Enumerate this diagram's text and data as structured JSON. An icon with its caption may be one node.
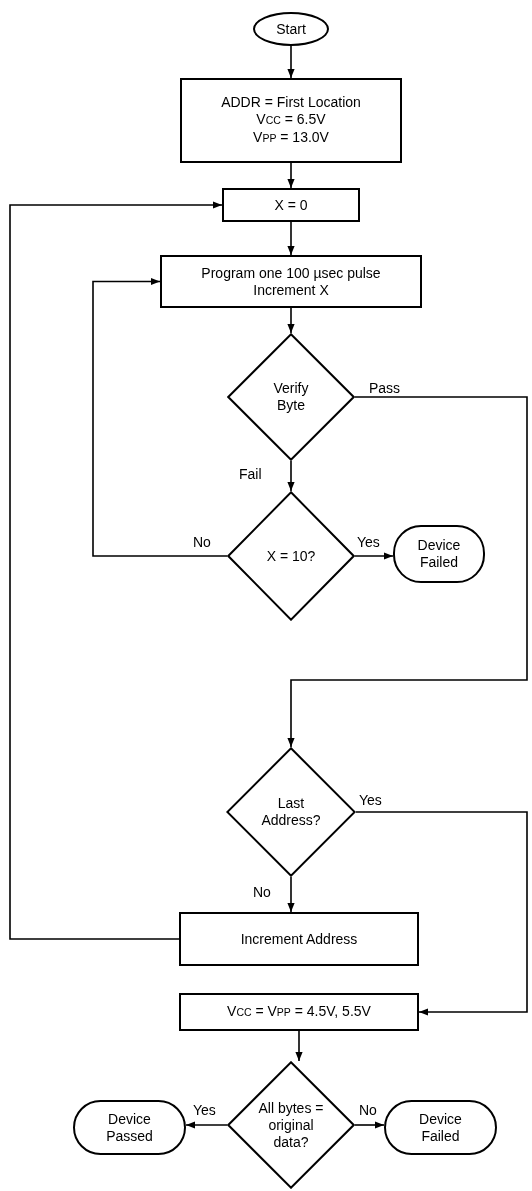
{
  "diagram": {
    "nodes": [
      {
        "text": [
          "Start"
        ]
      },
      {
        "text": [
          "ADDR = First Location",
          "V$_{CC}$ = 6.5V",
          "V$_{PP}$ = 13.0V"
        ]
      },
      {
        "text": [
          "X = 0"
        ]
      },
      {
        "text": [
          "Program one 100 µsec pulse",
          "Increment X"
        ]
      },
      {
        "text": [
          "Verify Byte"
        ]
      },
      {
        "text": [
          "X = 10?"
        ]
      },
      {
        "text": [
          "Device Failed"
        ]
      },
      {
        "text": [
          "Last Address?"
        ]
      },
      {
        "text": [
          "Increment Address"
        ]
      },
      {
        "text": [
          "V$_{CC}$ = V$_{PP}$ = 4.5V, 5.5V"
        ]
      },
      {
        "text": [
          "All bytes = original data?"
        ]
      },
      {
        "text": [
          "Device Passed"
        ]
      },
      {
        "text": [
          "Device Failed"
        ]
      }
    ],
    "edges": [
      {
        "from": 0,
        "to": 1,
        "arrow": "to"
      },
      {
        "from": 1,
        "to": 2,
        "arrow": "to"
      },
      {
        "from": 2,
        "to": 3,
        "arrow": "to"
      },
      {
        "from": 3,
        "to": 4,
        "arrow": "to"
      },
      {
        "from": 4,
        "to": 7,
        "arrow": "to",
        "label": "Pass"
      },
      {
        "from": 4,
        "to": 5,
        "arrow": "to",
        "label": "Fail"
      },
      {
        "from": 5,
        "to": 3,
        "arrow": "to",
        "label": "No"
      },
      {
        "from": 5,
        "to": 6,
        "arrow": "to",
        "label": "Yes"
      },
      {
        "from": 7,
        "to": 9,
        "arrow": "to",
        "label": "Yes"
      },
      {
        "from": 7,
        "to": 8,
        "arrow": "to",
        "label": "No"
      },
      {
        "from": 8,
        "to": 2,
        "arrow": "to"
      },
      {
        "from": 9,
        "to": 10,
        "arrow": "to"
      },
      {
        "from": 10,
        "to": 11,
        "arrow": "to",
        "label": "Yes"
      },
      {
        "from": 10,
        "to": 12,
        "arrow": "to",
        "label": "No"
      }
    ]
  }
}
